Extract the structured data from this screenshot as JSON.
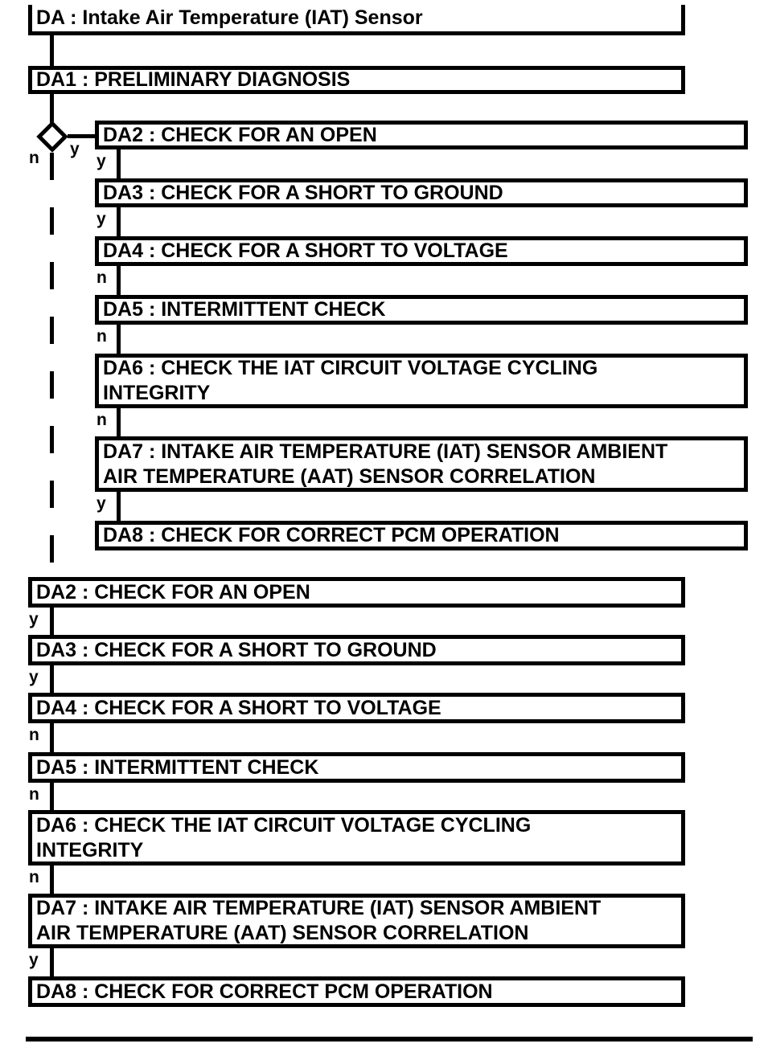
{
  "page": {
    "background_color": "#ffffff",
    "line_color": "#000000"
  },
  "flowchart": {
    "title_box": {
      "id": "DA",
      "label": "DA : Intake Air Temperature (IAT) Sensor"
    },
    "preliminary_box": {
      "id": "DA1",
      "label": "DA1 : PRELIMINARY DIAGNOSIS"
    },
    "decision": {
      "yes_label": "y",
      "no_label": "n"
    },
    "branch_column": {
      "steps": [
        {
          "id": "DA2",
          "label": "DA2 : CHECK FOR AN OPEN",
          "exit_label": "y"
        },
        {
          "id": "DA3",
          "label": "DA3 : CHECK FOR A SHORT TO GROUND",
          "exit_label": "y"
        },
        {
          "id": "DA4",
          "label": "DA4 : CHECK FOR A SHORT TO VOLTAGE",
          "exit_label": "n"
        },
        {
          "id": "DA5",
          "label": "DA5 : INTERMITTENT CHECK",
          "exit_label": "n"
        },
        {
          "id": "DA6",
          "label": "DA6 : CHECK THE IAT CIRCUIT VOLTAGE CYCLING\nINTEGRITY",
          "exit_label": "n"
        },
        {
          "id": "DA7",
          "label": "DA7 : INTAKE AIR TEMPERATURE (IAT) SENSOR AMBIENT\nAIR TEMPERATURE (AAT) SENSOR CORRELATION",
          "exit_label": "y"
        },
        {
          "id": "DA8",
          "label": "DA8 : CHECK FOR CORRECT PCM OPERATION",
          "exit_label": ""
        }
      ]
    },
    "main_column": {
      "steps": [
        {
          "id": "DA2",
          "label": "DA2 : CHECK FOR AN OPEN",
          "exit_label": "y"
        },
        {
          "id": "DA3",
          "label": "DA3 : CHECK FOR A SHORT TO GROUND",
          "exit_label": "y"
        },
        {
          "id": "DA4",
          "label": "DA4 : CHECK FOR A SHORT TO VOLTAGE",
          "exit_label": "n"
        },
        {
          "id": "DA5",
          "label": "DA5 : INTERMITTENT CHECK",
          "exit_label": "n"
        },
        {
          "id": "DA6",
          "label": "DA6 : CHECK THE IAT CIRCUIT VOLTAGE CYCLING\nINTEGRITY",
          "exit_label": "n"
        },
        {
          "id": "DA7",
          "label": "DA7 : INTAKE AIR TEMPERATURE (IAT) SENSOR AMBIENT\nAIR TEMPERATURE (AAT) SENSOR CORRELATION",
          "exit_label": "y"
        },
        {
          "id": "DA8",
          "label": "DA8 : CHECK FOR CORRECT PCM OPERATION",
          "exit_label": ""
        }
      ]
    }
  }
}
